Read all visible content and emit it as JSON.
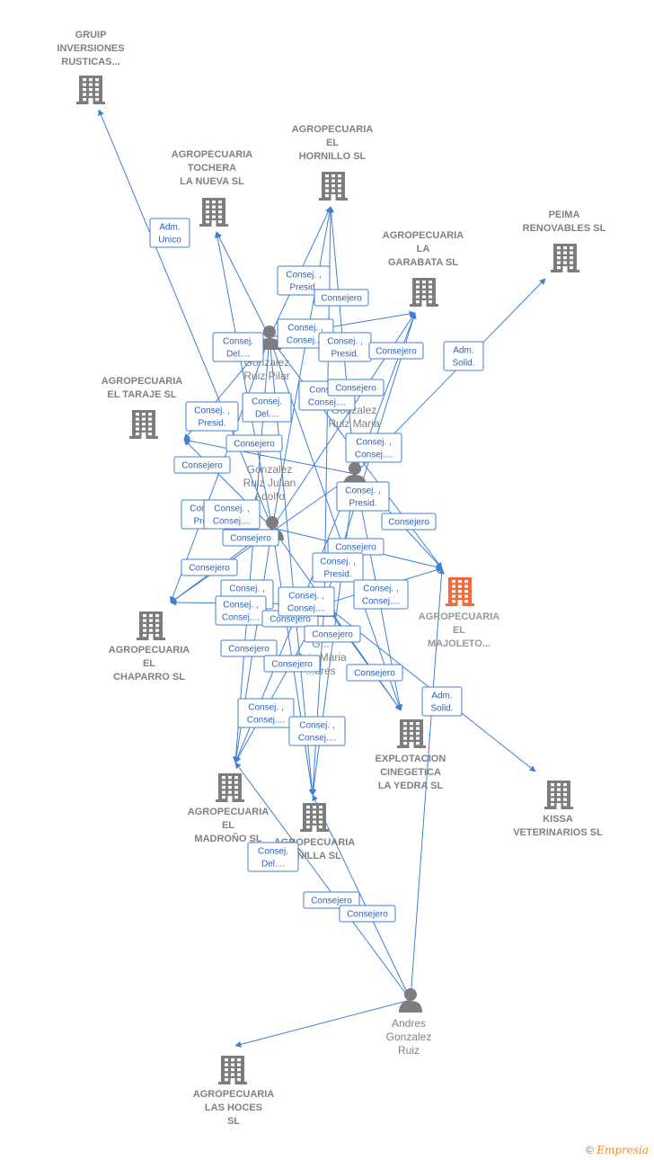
{
  "colors": {
    "edge": "#3f7fd6",
    "company": "#7d7d7d",
    "focus": "#f26a3c",
    "person": "#7d7d7d"
  },
  "companies": [
    {
      "id": "gruip",
      "lines": [
        "GRUIP",
        "INVERSIONES",
        "RUSTICAS..."
      ],
      "icon": "building-icon"
    },
    {
      "id": "tochera",
      "lines": [
        "AGROPECUARIA",
        "TOCHERA",
        "LA NUEVA SL"
      ],
      "icon": "building-icon"
    },
    {
      "id": "hornillo",
      "lines": [
        "AGROPECUARIA",
        "EL",
        "HORNILLO  SL"
      ],
      "icon": "building-icon"
    },
    {
      "id": "garabata",
      "lines": [
        "AGROPECUARIA",
        "LA",
        "GARABATA  SL"
      ],
      "icon": "building-icon"
    },
    {
      "id": "peima",
      "lines": [
        "PEIMA",
        "RENOVABLES SL"
      ],
      "icon": "building-icon"
    },
    {
      "id": "taraje",
      "lines": [
        "AGROPECUARIA",
        "EL TARAJE  SL"
      ],
      "icon": "building-icon"
    },
    {
      "id": "majoleto",
      "lines": [
        "AGROPECUARIA",
        "EL",
        "MAJOLETO..."
      ],
      "icon": "building-icon",
      "focus": true
    },
    {
      "id": "chaparro",
      "lines": [
        "AGROPECUARIA",
        "EL",
        "CHAPARRO  SL"
      ],
      "icon": "building-icon"
    },
    {
      "id": "yedra",
      "lines": [
        "EXPLOTACION",
        "CINEGETICA",
        "LA YEDRA  SL"
      ],
      "icon": "building-icon"
    },
    {
      "id": "kissa",
      "lines": [
        "KISSA",
        "VETERINARIOS SL"
      ],
      "icon": "building-icon"
    },
    {
      "id": "madrono",
      "lines": [
        "AGROPECUARIA",
        "EL",
        "MADROÑO  SL"
      ],
      "icon": "building-icon"
    },
    {
      "id": "pinilla",
      "lines": [
        "AGROPECUARIA",
        "PIÑILLA  SL"
      ],
      "icon": "building-icon"
    },
    {
      "id": "hoces",
      "lines": [
        "AGROPECUARIA",
        "LAS HOCES",
        "SL"
      ],
      "icon": "building-icon"
    }
  ],
  "persons": [
    {
      "id": "pilar",
      "lines": [
        "Gonzalez",
        "Ruiz Pilar"
      ],
      "icon": "person-icon"
    },
    {
      "id": "maria_j",
      "lines": [
        "Gonzalez",
        "Ruiz Maria",
        "J..."
      ],
      "icon": "person-icon"
    },
    {
      "id": "julian",
      "lines": [
        "Gonzalez",
        "Ruiz Julian",
        "Adolfo"
      ],
      "icon": "person-icon"
    },
    {
      "id": "maria_d",
      "lines": [
        "G...",
        "Ruiz Maria",
        "...ores"
      ],
      "icon": "person-icon"
    },
    {
      "id": "andres",
      "lines": [
        "Andres",
        "Gonzalez",
        "Ruiz"
      ],
      "icon": "person-icon"
    }
  ],
  "edges": [
    {
      "from": "julian",
      "to": "gruip"
    },
    {
      "from": "pilar",
      "to": "tochera"
    },
    {
      "from": "julian",
      "to": "tochera"
    },
    {
      "from": "pilar",
      "to": "hornillo"
    },
    {
      "from": "maria_j",
      "to": "hornillo"
    },
    {
      "from": "julian",
      "to": "hornillo"
    },
    {
      "from": "maria_d",
      "to": "hornillo"
    },
    {
      "from": "pilar",
      "to": "garabata"
    },
    {
      "from": "maria_j",
      "to": "garabata"
    },
    {
      "from": "julian",
      "to": "garabata"
    },
    {
      "from": "maria_d",
      "to": "garabata"
    },
    {
      "from": "maria_j",
      "to": "peima"
    },
    {
      "from": "pilar",
      "to": "taraje"
    },
    {
      "from": "maria_j",
      "to": "taraje"
    },
    {
      "from": "julian",
      "to": "taraje"
    },
    {
      "from": "maria_j",
      "to": "majoleto"
    },
    {
      "from": "julian",
      "to": "majoleto"
    },
    {
      "from": "pilar",
      "to": "majoleto"
    },
    {
      "from": "maria_d",
      "to": "majoleto"
    },
    {
      "from": "pilar",
      "to": "chaparro"
    },
    {
      "from": "maria_j",
      "to": "chaparro"
    },
    {
      "from": "julian",
      "to": "chaparro"
    },
    {
      "from": "maria_d",
      "to": "chaparro"
    },
    {
      "from": "pilar",
      "to": "yedra"
    },
    {
      "from": "julian",
      "to": "yedra"
    },
    {
      "from": "maria_d",
      "to": "yedra"
    },
    {
      "from": "maria_j",
      "to": "yedra"
    },
    {
      "from": "maria_d",
      "to": "kissa"
    },
    {
      "from": "pilar",
      "to": "madrono"
    },
    {
      "from": "maria_j",
      "to": "madrono"
    },
    {
      "from": "julian",
      "to": "madrono"
    },
    {
      "from": "maria_d",
      "to": "madrono"
    },
    {
      "from": "pilar",
      "to": "pinilla"
    },
    {
      "from": "maria_j",
      "to": "pinilla"
    },
    {
      "from": "julian",
      "to": "pinilla"
    },
    {
      "from": "maria_d",
      "to": "pinilla"
    },
    {
      "from": "andres",
      "to": "pinilla"
    },
    {
      "from": "andres",
      "to": "madrono"
    },
    {
      "from": "andres",
      "to": "majoleto"
    },
    {
      "from": "andres",
      "to": "hoces"
    }
  ],
  "edge_labels": [
    {
      "id": "l1",
      "lines": [
        "Adm.",
        "Unico"
      ]
    },
    {
      "id": "l2",
      "lines": [
        "Consej. ,",
        "Presid."
      ]
    },
    {
      "id": "l3",
      "lines": [
        "Consejero"
      ]
    },
    {
      "id": "l4",
      "lines": [
        "Consej. ,",
        "Consej...."
      ]
    },
    {
      "id": "l5",
      "lines": [
        "Consej. ,",
        "Presid."
      ]
    },
    {
      "id": "l6",
      "lines": [
        "Consejero"
      ]
    },
    {
      "id": "l7",
      "lines": [
        "Consej.",
        "Del...."
      ]
    },
    {
      "id": "l8",
      "lines": [
        "Adm.",
        "Solid."
      ]
    },
    {
      "id": "l9",
      "lines": [
        "Consej.",
        "Del...."
      ]
    },
    {
      "id": "l10",
      "lines": [
        "Consej. ,",
        "Consej...."
      ]
    },
    {
      "id": "l11",
      "lines": [
        "Consejero"
      ]
    },
    {
      "id": "l12",
      "lines": [
        "Consej. ,",
        "Presid."
      ]
    },
    {
      "id": "l13",
      "lines": [
        "Consejero"
      ]
    },
    {
      "id": "l14",
      "lines": [
        "Consej. ,",
        "Consej...."
      ]
    },
    {
      "id": "l15",
      "lines": [
        "Consejero"
      ]
    },
    {
      "id": "l16",
      "lines": [
        "Consej. ,",
        "Presid."
      ]
    },
    {
      "id": "l17",
      "lines": [
        "Consej. ,",
        "Presid."
      ]
    },
    {
      "id": "l18",
      "lines": [
        "Consej. ,",
        "Consej...."
      ]
    },
    {
      "id": "l19",
      "lines": [
        "Consejero"
      ]
    },
    {
      "id": "l20",
      "lines": [
        "Consejero"
      ]
    },
    {
      "id": "l21",
      "lines": [
        "Consejero"
      ]
    },
    {
      "id": "l22",
      "lines": [
        "Consej. ,",
        "Presid."
      ]
    },
    {
      "id": "l23",
      "lines": [
        "Consej. ,",
        "Presid."
      ]
    },
    {
      "id": "l24",
      "lines": [
        "Consej. ,",
        "Consej...."
      ]
    },
    {
      "id": "l25",
      "lines": [
        "Consej. ,",
        "Consej...."
      ]
    },
    {
      "id": "l26",
      "lines": [
        "Consejero"
      ]
    },
    {
      "id": "l27",
      "lines": [
        "Consejero"
      ]
    },
    {
      "id": "l28",
      "lines": [
        "Consej. ,",
        "Consej...."
      ]
    },
    {
      "id": "l29",
      "lines": [
        "Consejero"
      ]
    },
    {
      "id": "l30",
      "lines": [
        "Consejero"
      ]
    },
    {
      "id": "l31",
      "lines": [
        "Consejero"
      ]
    },
    {
      "id": "l32",
      "lines": [
        "Adm.",
        "Solid."
      ]
    },
    {
      "id": "l33",
      "lines": [
        "Consej. ,",
        "Consej...."
      ]
    },
    {
      "id": "l34",
      "lines": [
        "Consej. ,",
        "Consej...."
      ]
    },
    {
      "id": "l35",
      "lines": [
        "Consejero"
      ]
    },
    {
      "id": "l36",
      "lines": [
        "Consej.",
        "Del...."
      ]
    },
    {
      "id": "l37",
      "lines": [
        "Consejero"
      ]
    },
    {
      "id": "l38",
      "lines": [
        "Consejero"
      ]
    }
  ],
  "footer": {
    "copyright": "©",
    "brand": "Empresia"
  }
}
